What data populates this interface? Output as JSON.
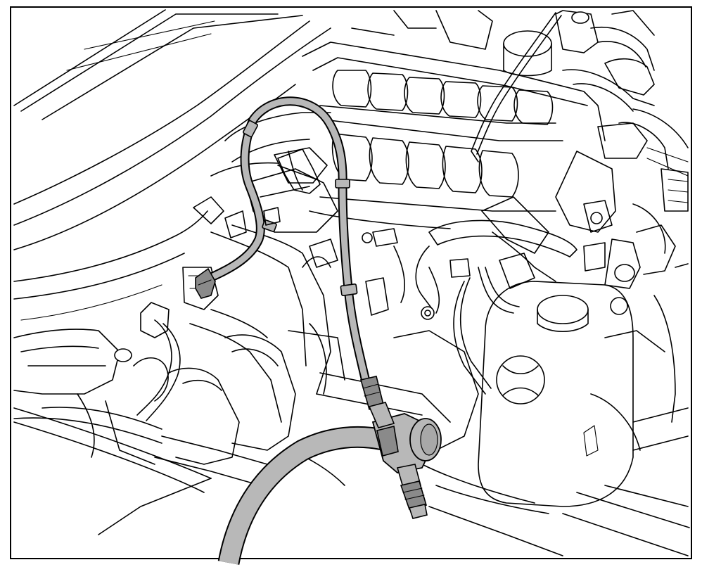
{
  "colors": {
    "background": "#ffffff",
    "line": "#000000",
    "highlight_fill": "#b8b8b8",
    "highlight_dark": "#8a8a8a"
  },
  "icons": [
    "engine-bay-illustration",
    "fuel-line-hose",
    "pressure-gauge-fitting",
    "gauge-hose"
  ]
}
